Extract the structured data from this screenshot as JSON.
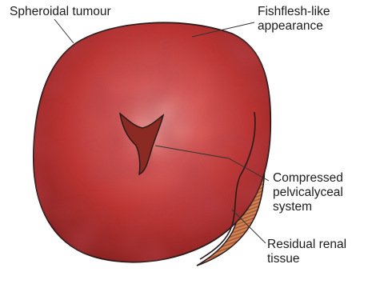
{
  "labels": {
    "spheroid_tumour": "Spheroidal tumour",
    "fishflesh": "Fishflesh-like\nappearance",
    "pelvicalyceal": "Compressed\npelvicalyceal\nsystem",
    "residual_renal": "Residual renal\ntissue"
  },
  "colors": {
    "tumour_base": "#b8302f",
    "tumour_dark": "#8e2424",
    "tumour_highlight": "#e8a0a0",
    "renal_tissue": "#c8764f",
    "renal_stripe": "#a85a36",
    "outline": "#2a1a1a",
    "leader_line": "#333333"
  }
}
